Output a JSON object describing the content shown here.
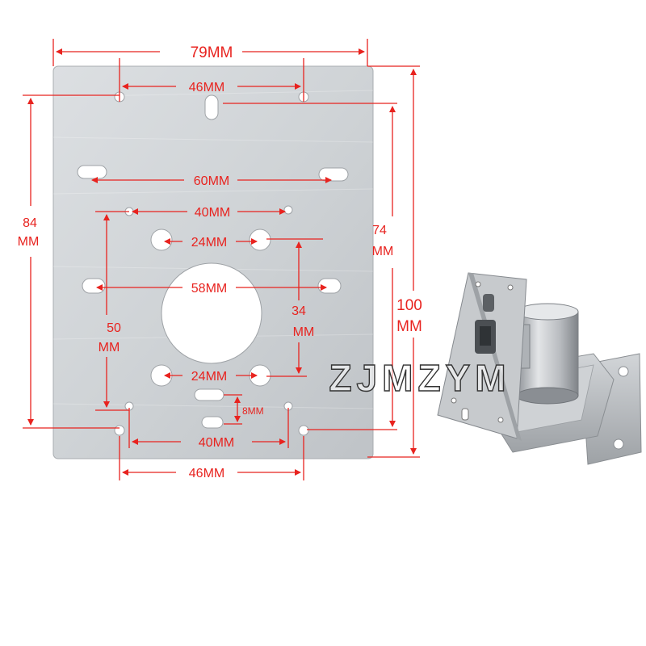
{
  "colors": {
    "dimension": "#e8231f",
    "plate_light": "#d6d9dc",
    "plate_dark": "#b4b8bc",
    "hole": "#ffffff",
    "watermark_stroke": "#333333",
    "background": "#ffffff"
  },
  "labels": {
    "width_top": "79MM",
    "holes_top": "46MM",
    "slots_wide": "60MM",
    "holes_40_top": "40MM",
    "holes_24_top": "24MM",
    "center_58": "58MM",
    "holes_24_bottom": "24MM",
    "slot_8": "8MM",
    "holes_40_bottom": "40MM",
    "holes_46_bottom": "46MM",
    "left_84_value": "84",
    "left_84_unit": "MM",
    "inner_50_value": "50",
    "inner_50_unit": "MM",
    "inner_34_value": "34",
    "inner_34_unit": "MM",
    "right_74_value": "74",
    "right_74_unit": "MM",
    "right_100_value": "100",
    "right_100_unit": "MM"
  },
  "watermark": "ZJMZYM"
}
